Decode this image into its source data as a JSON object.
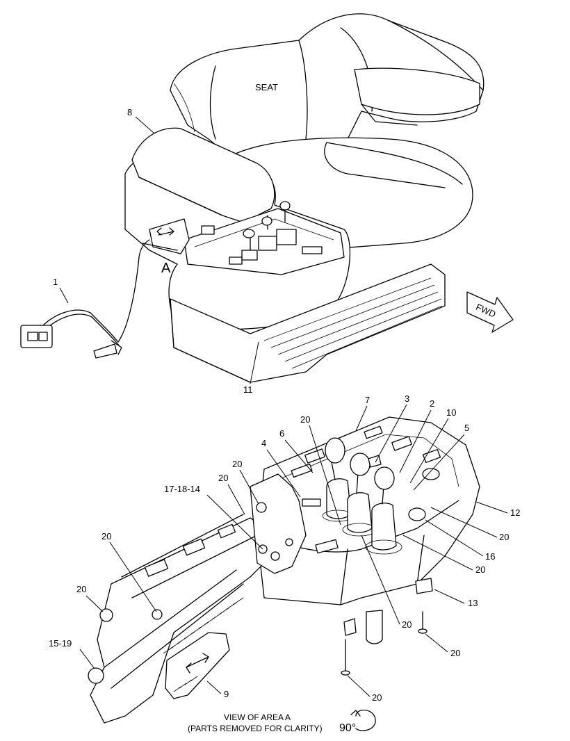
{
  "labels": {
    "seat": "SEAT",
    "area_letter": "A",
    "fwd": "FWD",
    "caption_line1": "VIEW OF AREA A",
    "caption_line2": "(PARTS REMOVED FOR CLARITY)",
    "rotation": "90°"
  },
  "callouts": {
    "c1": "1",
    "c8": "8",
    "c11": "11",
    "c7": "7",
    "c3": "3",
    "c2": "2",
    "c10": "10",
    "c5": "5",
    "c20a": "20",
    "c4": "4",
    "c6": "6",
    "c20b": "20",
    "c20c": "20",
    "c171814": "17-18-14",
    "c12": "12",
    "c20d": "20",
    "c16": "16",
    "c20e": "20",
    "c20f": "20",
    "c20g": "20",
    "c13": "13",
    "c20h": "20",
    "c1519": "15-19",
    "c20i": "20",
    "c9": "9",
    "c20j": "20"
  }
}
